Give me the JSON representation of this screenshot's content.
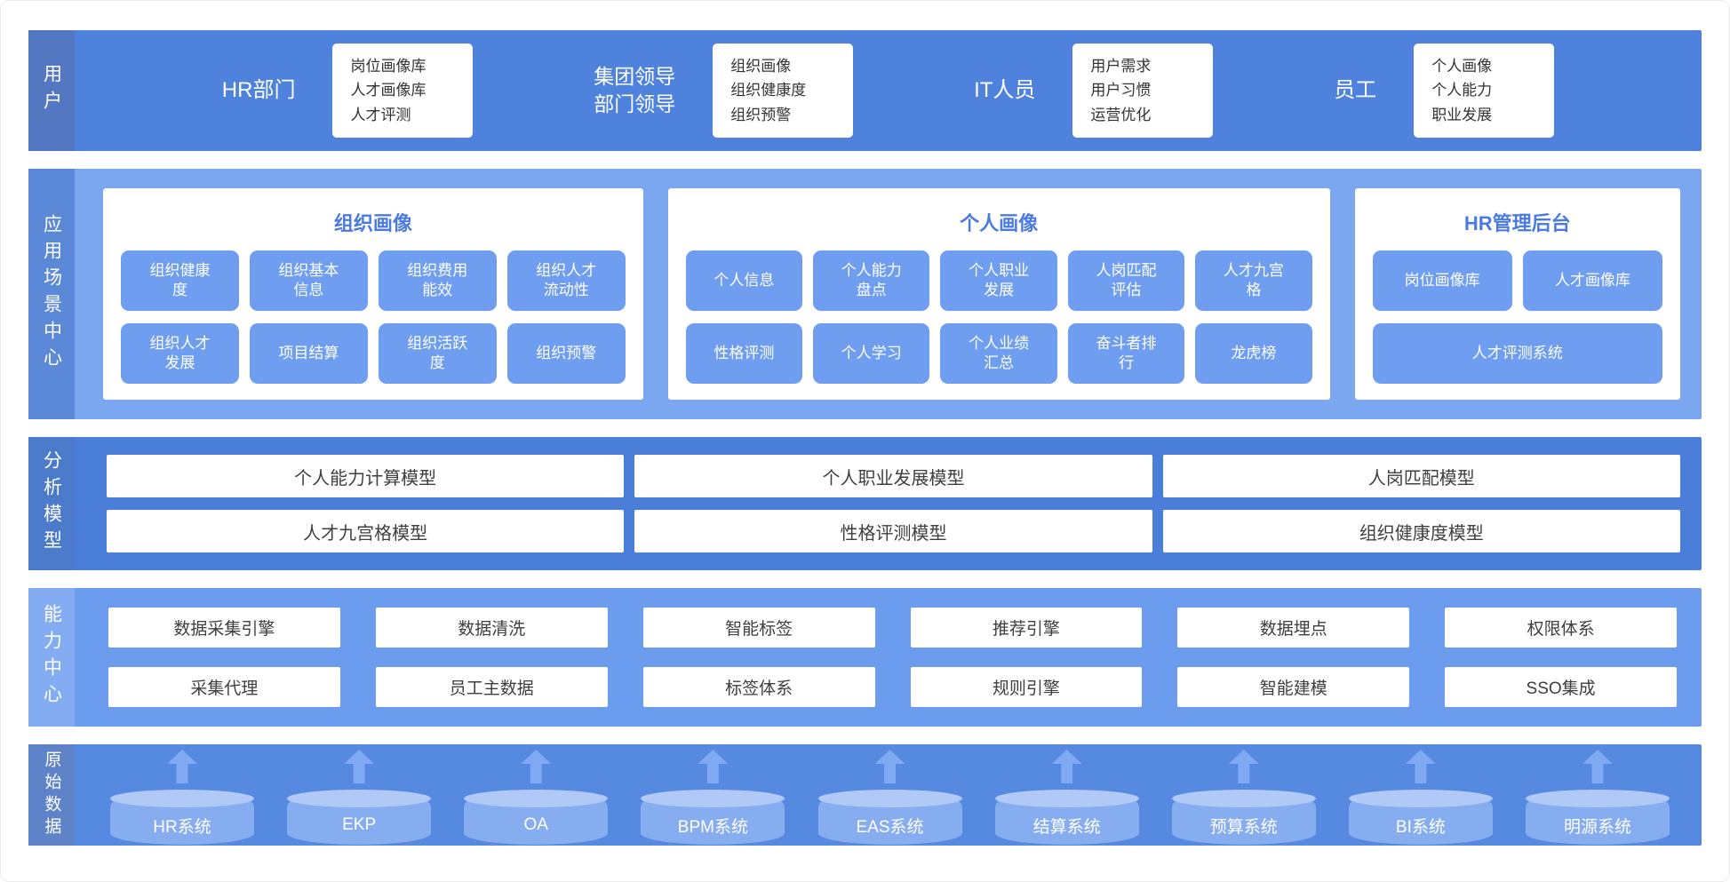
{
  "user_band": {
    "label": "用户",
    "groups": [
      {
        "role_lines": [
          "HR部门"
        ],
        "card_lines": [
          "岗位画像库",
          "人才画像库",
          "人才评测"
        ]
      },
      {
        "role_lines": [
          "集团领导",
          "部门领导"
        ],
        "card_lines": [
          "组织画像",
          "组织健康度",
          "组织预警"
        ]
      },
      {
        "role_lines": [
          "IT人员"
        ],
        "card_lines": [
          "用户需求",
          "用户习惯",
          "运营优化"
        ]
      },
      {
        "role_lines": [
          "员工"
        ],
        "card_lines": [
          "个人画像",
          "个人能力",
          "职业发展"
        ]
      }
    ]
  },
  "app_band": {
    "label": "应用场景中心",
    "panels": [
      {
        "title": "组织画像",
        "chips": [
          "组织健康度",
          "组织基本信息",
          "组织费用能效",
          "组织人才流动性",
          "组织人才发展",
          "项目结算",
          "组织活跃度",
          "组织预警"
        ]
      },
      {
        "title": "个人画像",
        "chips": [
          "个人信息",
          "个人能力盘点",
          "个人职业发展",
          "人岗匹配评估",
          "人才九宫格",
          "性格评测",
          "个人学习",
          "个人业绩汇总",
          "奋斗者排行",
          "龙虎榜"
        ]
      },
      {
        "title": "HR管理后台",
        "chips": [
          "岗位画像库",
          "人才画像库",
          "人才评测系统"
        ]
      }
    ]
  },
  "model_band": {
    "label": "分析模型",
    "boxes": [
      "个人能力计算模型",
      "个人职业发展模型",
      "人岗匹配模型",
      "人才九宫格模型",
      "性格评测模型",
      "组织健康度模型"
    ]
  },
  "capability_band": {
    "label": "能力中心",
    "boxes": [
      "数据采集引擎",
      "数据清洗",
      "智能标签",
      "推荐引擎",
      "数据埋点",
      "权限体系",
      "采集代理",
      "员工主数据",
      "标签体系",
      "规则引擎",
      "智能建模",
      "SSO集成"
    ]
  },
  "data_band": {
    "label": "原始数据",
    "sources": [
      "HR系统",
      "EKP",
      "OA",
      "BPM系统",
      "EAS系统",
      "结算系统",
      "预算系统",
      "BI系统",
      "明源系统"
    ]
  },
  "colors": {
    "band_user_body": "#4e82dc",
    "band_user_strip": "#5377c1",
    "band_app_body": "#7aa7f0",
    "band_app_strip": "#5c88d8",
    "band_model_body": "#4a7ed9",
    "band_model_strip": "#4d7bcc",
    "band_capability_body": "#6c9ced",
    "band_capability_strip": "#84acf2",
    "band_data_body": "#5689e0",
    "band_data_strip": "#5e83c9",
    "chip": "#6f9ef1",
    "panel_title": "#4b7be0",
    "cylinder": "#87adf1",
    "cylinder_top": "#b0c9f7",
    "arrow": "#7fa9f3"
  }
}
